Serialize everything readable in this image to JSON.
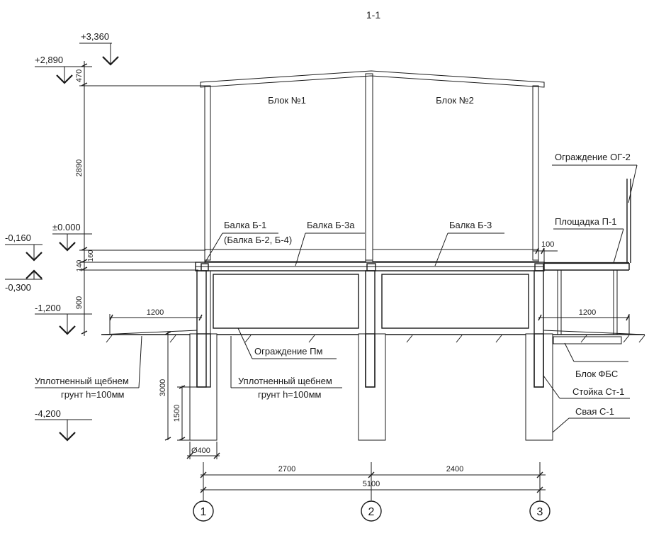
{
  "section_title": "1-1",
  "blocks": [
    "Блок №1",
    "Блок №2"
  ],
  "elevations": [
    "+3,360",
    "+2,890",
    "±0.000",
    "-0,160",
    "-0,300",
    "-1,200",
    "-4,200"
  ],
  "vertical_dims": [
    "470",
    "2890",
    "160",
    "140",
    "900",
    "3000",
    "1500"
  ],
  "horizontal_dims": [
    "1200",
    "1200",
    "100",
    "Ø400",
    "2700",
    "2400",
    "5100"
  ],
  "axes": [
    "1",
    "2",
    "3"
  ],
  "callouts": {
    "beam_b1": "Балка Б-1",
    "beam_b2_b4": "(Балка Б-2, Б-4)",
    "beam_b3a": "Балка Б-3а",
    "beam_b3": "Балка Б-3",
    "fence_og2": "Ограждение ОГ-2",
    "platform_p1": "Площадка П-1",
    "fence_pm": "Ограждение Пм",
    "gravel_left_1": "Уплотненный  щебнем",
    "gravel_left_2": "грунт h=100мм",
    "gravel_mid_1": "Уплотненный  щебнем",
    "gravel_mid_2": "грунт h=100мм",
    "block_fbs": "Блок ФБС",
    "post_st1": "Стойка Ст-1",
    "pile_s1": "Свая С-1"
  }
}
